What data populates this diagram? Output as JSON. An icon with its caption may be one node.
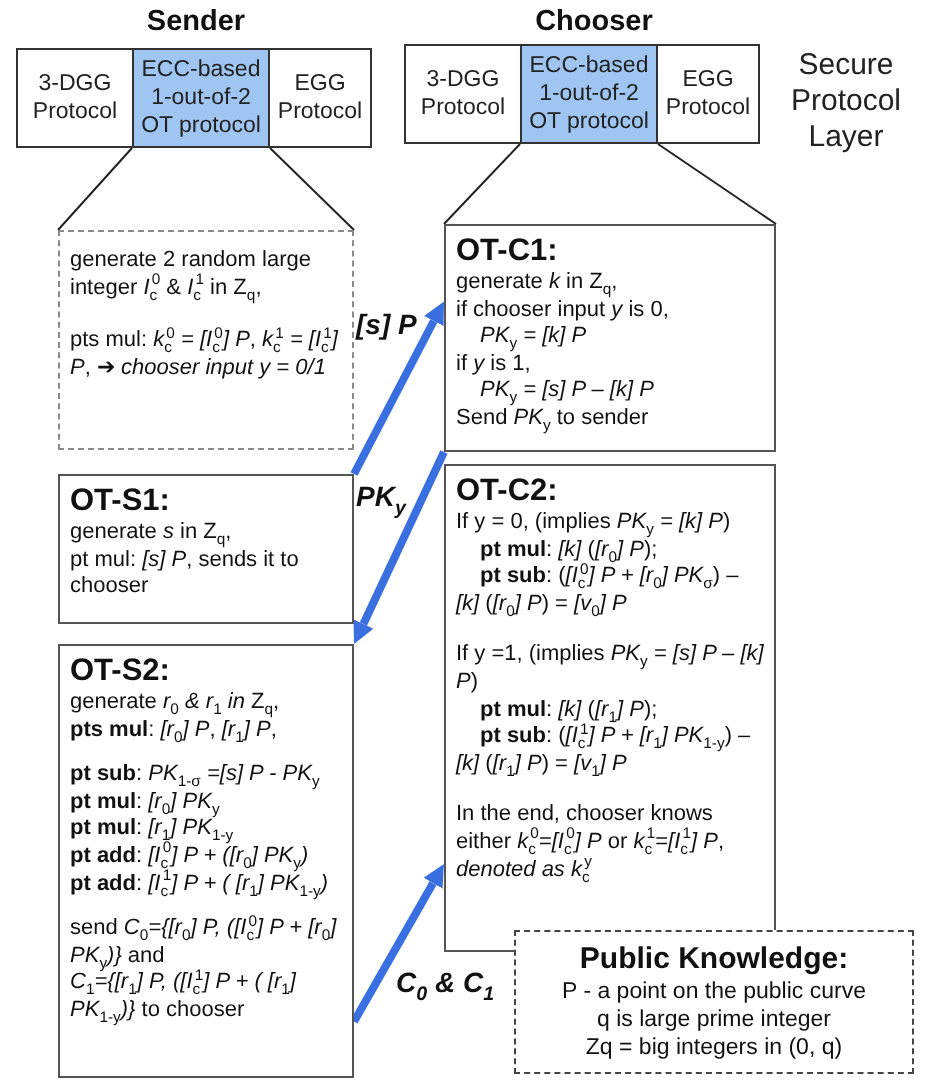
{
  "diagram": {
    "nodes": [
      {
        "text": [
          "3-DGG Protocol"
        ]
      },
      {
        "text": [
          "ECC-based 1-out-of-2 OT protocol"
        ]
      },
      {
        "text": [
          "EGG Protocol"
        ]
      },
      {
        "text": [
          "3-DGG Protocol"
        ]
      },
      {
        "text": [
          "ECC-based 1-out-of-2 OT protocol"
        ]
      },
      {
        "text": [
          "EGG Protocol"
        ]
      },
      {
        "text": [
          "generate 2 random large integer *I*$_{c}$$^{0}$ & *I*$_{c}$$^{1}$ in Z$_{q}$,",
          "pts mul: *k*$_{c}$$^{0}$ *= [I*$_{c}$$^{0}$*] P*, *k*$_{c}$$^{1}$ *= [I*$_{c}$$^{1}$*] P*, ➔ *chooser input y = 0/1*"
        ]
      },
      {
        "text": [
          "OT-C1:",
          "generate *k* in Z$_{q}$,",
          "if chooser input *y* is 0,",
          "*PK*$_{y}$ *= [k] P*",
          "if *y* is 1,",
          "*PK*$_{y}$ *= [s] P – [k] P*",
          "Send *PK*$_{y}$ to sender"
        ]
      },
      {
        "text": [
          "OT-S1:",
          "generate *s* in Z$_{q}$,",
          "pt mul: *[s] P*, sends it to chooser"
        ]
      },
      {
        "text": [
          "OT-C2:",
          "If y = 0, (implies *PK*$_{y}$ *= [k] P*)",
          "**pt mul**: *[k]* (*[r*$_{0}$*] P*);",
          "**pt sub**: (*[I*$_{c}$$^{0}$*] P + [r*$_{0}$*] PK*$_{σ}$) – *[k]* (*[r*$_{0}$*] P*) = *[v*$_{0}$*] P*",
          "If y =1, (implies *PK*$_{y}$ *= [s] P – [k] P*)",
          "**pt mul**: *[k]* (*[r*$_{1}$*] P*);",
          "**pt sub**: (*[I*$_{c}$$^{1}$*] P + [r*$_{1}$*] PK*$_{1-y}$) – *[k]* (*[r*$_{1}$*] P*) = *[v*$_{1}$*] P*",
          "In the end, chooser knows either *k*$_{c}$$^{0}$=*[I*$_{c}$$^{0}$*] P* or *k*$_{c}$$^{1}$=*[I*$_{c}$$^{1}$*] P*, *denoted as k*$_{c}$$^{y}$"
        ]
      },
      {
        "text": [
          "OT-S2:",
          "generate *r*$_{0}$ *& r*$_{1}$ *in* Z$_{q}$,",
          "**pts mul**: *[r*$_{0}$*] P*, *[r*$_{1}$*] P*,",
          "**pt sub**: *PK*$_{1-σ}$ *=[s] P - PK*$_{y}$",
          "**pt mul**: *[r*$_{0}$*] PK*$_{y}$",
          "**pt mul**: *[r*$_{1}$*] PK*$_{1-y}$",
          "**pt add**: *[I*$_{c}$$^{0}$*] P + ([r*$_{0}$*] PK*$_{y}$*)*",
          "**pt add**: *[I*$_{c}$$^{1}$*] P + ( [r*$_{1}$*] PK*$_{1-y}$*)*",
          "send *C*$_{0}$*={[r*$_{0}$*] P, ([I*$_{c}$$^{0}$*] P + [r*$_{0}$*] PK*$_{y}$*)}* and",
          "*C*$_{1}$*={[r*$_{1}$*] P, ([I*$_{c}$$^{1}$*] P + ( [r*$_{1}$*] PK*$_{1-y}$*)}* to chooser"
        ]
      },
      {
        "text": [
          "Public Knowledge:",
          "P - a point on the public curve",
          "q is large prime integer",
          "Zq = big integers in (0, q)"
        ]
      }
    ],
    "edges": [
      {
        "from": 1,
        "to": 6,
        "arrow": "none"
      },
      {
        "from": 1,
        "to": 6,
        "arrow": "none"
      },
      {
        "from": 4,
        "to": 7,
        "arrow": "none"
      },
      {
        "from": 4,
        "to": 7,
        "arrow": "none"
      },
      {
        "from": 8,
        "to": 7,
        "arrow": "to",
        "label": "[s] P",
        "style": "thick",
        "color": "#3a6fe0"
      },
      {
        "from": 7,
        "to": 10,
        "arrow": "to",
        "label": "PK$_{y}$",
        "style": "thick",
        "color": "#3a6fe0"
      },
      {
        "from": 10,
        "to": 9,
        "arrow": "to",
        "label": "C$_{0}$ & C$_{1}$",
        "style": "thick",
        "color": "#3a6fe0"
      }
    ],
    "labels": [
      "Sender",
      "Chooser",
      "Secure Protocol Layer"
    ]
  }
}
